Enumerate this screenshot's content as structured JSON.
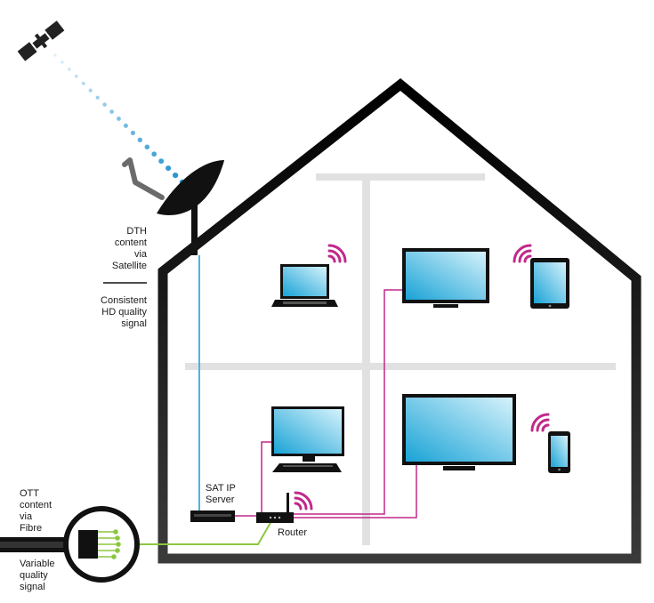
{
  "labels": {
    "dth_line1": "DTH",
    "dth_line2": "content",
    "dth_line3": "via",
    "dth_line4": "Satellite",
    "consistent_line1": "Consistent",
    "consistent_line2": "HD quality",
    "consistent_line3": "signal",
    "ott_line1": "OTT",
    "ott_line2": "content",
    "ott_line3": "via",
    "ott_line4": "Fibre",
    "variable_line1": "Variable",
    "variable_line2": "quality",
    "variable_line3": "signal",
    "sat_ip_line1": "SAT IP",
    "sat_ip_line2": "Server",
    "router": "Router"
  },
  "colors": {
    "house_outline": "#111111",
    "floor": "#e1e1e1",
    "screen_light": "#d6f2fb",
    "screen_dark": "#1aa3d6",
    "satellite_cable": "#4fb3dc",
    "wifi": "#c0298a",
    "ethernet": "#c0298a",
    "fibre": "#8dc63f"
  },
  "icons": [
    "satellite-icon",
    "satellite-dish-icon",
    "laptop-icon",
    "tablet-icon",
    "smartphone-icon",
    "tv-icon",
    "desktop-monitor-icon",
    "keyboard-icon",
    "router-icon",
    "sat-ip-server-icon",
    "fibre-connector-icon",
    "wifi-signal-icon"
  ]
}
